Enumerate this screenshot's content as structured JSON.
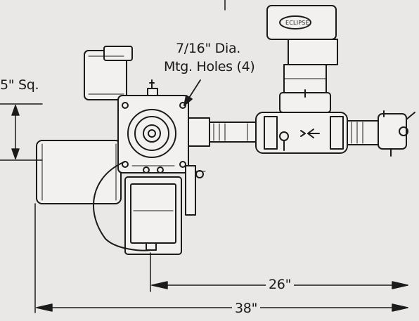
{
  "labels": {
    "hole_line1": "7/16\" Dia.",
    "hole_line2": "Mtg. Holes (4)",
    "square": "5\" Sq.",
    "dim_26": "26\"",
    "dim_38": "38\""
  },
  "brand": "ECLIPSE",
  "colors": {
    "line": "#1b1b1b",
    "paper": "#e9e8e6",
    "fill": "#f2f1ef"
  }
}
